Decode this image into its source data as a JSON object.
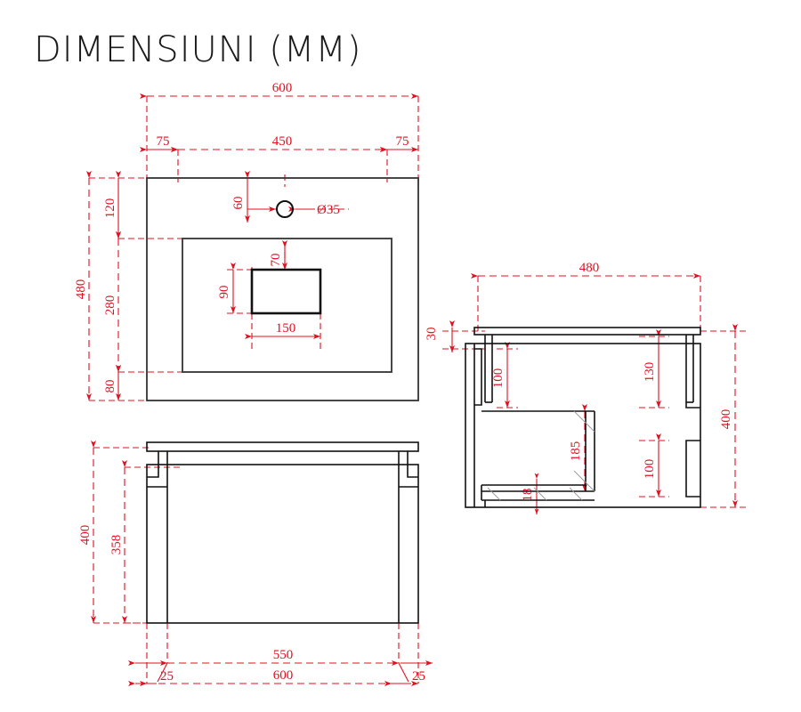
{
  "title": "DIMENSIUNI (MM)",
  "units": "mm",
  "colors": {
    "dimension": "#e01020",
    "outline": "#1a1a1a",
    "background": "#ffffff"
  },
  "views": {
    "plan": {
      "name": "top-plan-view",
      "dimensions": {
        "overall_width": "600",
        "left_margin": "75",
        "basin_width": "450",
        "right_margin": "75",
        "overall_depth": "480",
        "front_to_basin": "120",
        "basin_depth": "280",
        "back_margin": "80",
        "tap_hole_offset": "60",
        "tap_hole_diameter": "Ø35",
        "drain_offset": "70",
        "drain_height": "90",
        "drain_width": "150"
      }
    },
    "front": {
      "name": "front-elevation-view",
      "dimensions": {
        "overall_height": "400",
        "cabinet_height": "358",
        "cabinet_width": "550",
        "overall_width": "600",
        "left_overhang": "25",
        "right_overhang": "25"
      }
    },
    "side": {
      "name": "side-section-view",
      "dimensions": {
        "overall_depth": "480",
        "top_thickness": "30",
        "upper_drawer_left": "100",
        "upper_drawer_right": "130",
        "lower_drawer_height": "185",
        "lower_drawer_right": "100",
        "base_thickness": "18",
        "overall_height": "400"
      }
    }
  }
}
